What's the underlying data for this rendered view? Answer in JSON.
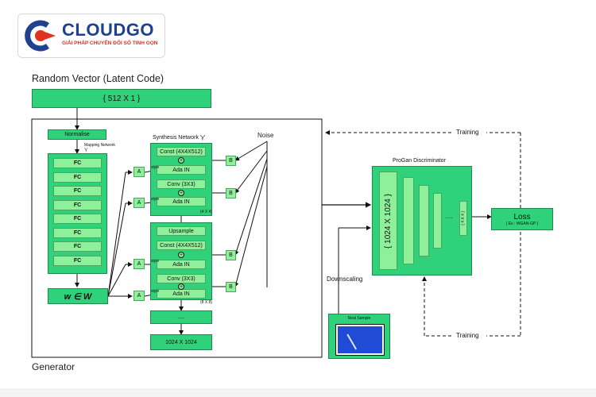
{
  "logo": {
    "brand": "CLOUDGO",
    "tagline": "GIẢI PHÁP CHUYỂN ĐỔI SỐ TINH GỌN"
  },
  "latent": {
    "title": "Random Vector (Latent Code)",
    "box": "{ 512 X 1 }"
  },
  "generator": {
    "label": "Generator",
    "normalise": "Normalise",
    "mapping_label": "Mapping Network 'γ'",
    "fc_label": "FC",
    "fc_count": 8,
    "w_label": "w ∈ W",
    "synthesis_title": "Synthesis Network 'γ'",
    "noise_label": "Noise",
    "block1": {
      "const": "Const (4X4X512)",
      "adain1": "Ada IN",
      "conv": "Conv (3X3)",
      "adain2": "Ada IN",
      "size": "(4 X 4)"
    },
    "block2": {
      "upsample": "Upsample",
      "const": "Const (4X4X512)",
      "adain1": "Ada IN",
      "conv": "Conv (3X3)",
      "adain2": "Ada IN",
      "size": "(8 X 8)"
    },
    "dots": ".....",
    "output": "1024 X 1024",
    "style_label": "style",
    "a_label": "A",
    "b_label": "B"
  },
  "discriminator": {
    "title": "ProGan Discriminator",
    "input_size": "{ 1024 X 1024 }",
    "dots": ".....",
    "end_size": "{ 4 X 4 }"
  },
  "loss": {
    "title": "Loss",
    "subtitle": "( Ex : WGAN-GP )"
  },
  "training_top": "Training",
  "training_bottom": "Training",
  "downscaling": "Downscaling",
  "real_sample": "Real Sample",
  "colors": {
    "box_green": "#2fd27a",
    "light_green": "#8ff09b",
    "brand_blue": "#1f3f8f",
    "brand_red": "#e0321f"
  }
}
